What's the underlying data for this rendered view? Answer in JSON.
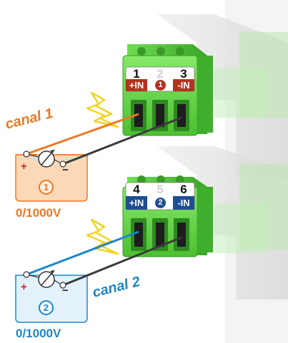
{
  "channel1": {
    "title": "canal 1",
    "range": "0/1000V",
    "number": "1",
    "color": "#ee7722",
    "fill": "#fbd9b8",
    "plus_sign": "+",
    "minus_sign": "−",
    "pins": [
      {
        "num": "1",
        "code": "+IN"
      },
      {
        "num": "2",
        "code": "1"
      },
      {
        "num": "3",
        "code": "-IN"
      }
    ]
  },
  "channel2": {
    "title": "canal 2",
    "range": "0/1000V",
    "number": "2",
    "color": "#1c87c9",
    "fill": "#e3f1fb",
    "plus_sign": "+",
    "minus_sign": "−",
    "pins": [
      {
        "num": "4",
        "code": "+IN"
      },
      {
        "num": "5",
        "code": "2"
      },
      {
        "num": "6",
        "code": "-IN"
      }
    ]
  },
  "icons": [
    "lightning-icon",
    "voltmeter-icon",
    "screw-terminal-icon"
  ],
  "colors": {
    "terminal_green": "#5fcf3f",
    "terminal_dark": "#3a9a28",
    "ch1_pin_bg": "#b5331f",
    "ch2_pin_bg": "#1f4e93",
    "lightning": "#f5e14a"
  }
}
